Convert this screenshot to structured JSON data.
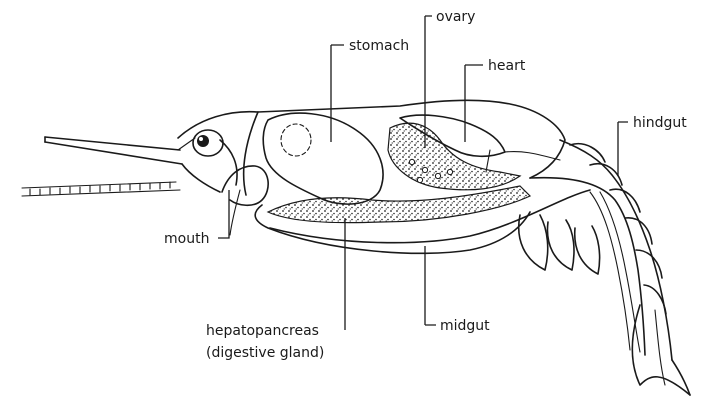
{
  "labels": {
    "ovary": "ovary",
    "stomach": "stomach",
    "heart": "heart",
    "hindgut": "hindgut",
    "mouth": "mouth",
    "hepatopancreas": "hepatopancreas",
    "digestive_gland": "(digestive gland)",
    "midgut": "midgut"
  }
}
